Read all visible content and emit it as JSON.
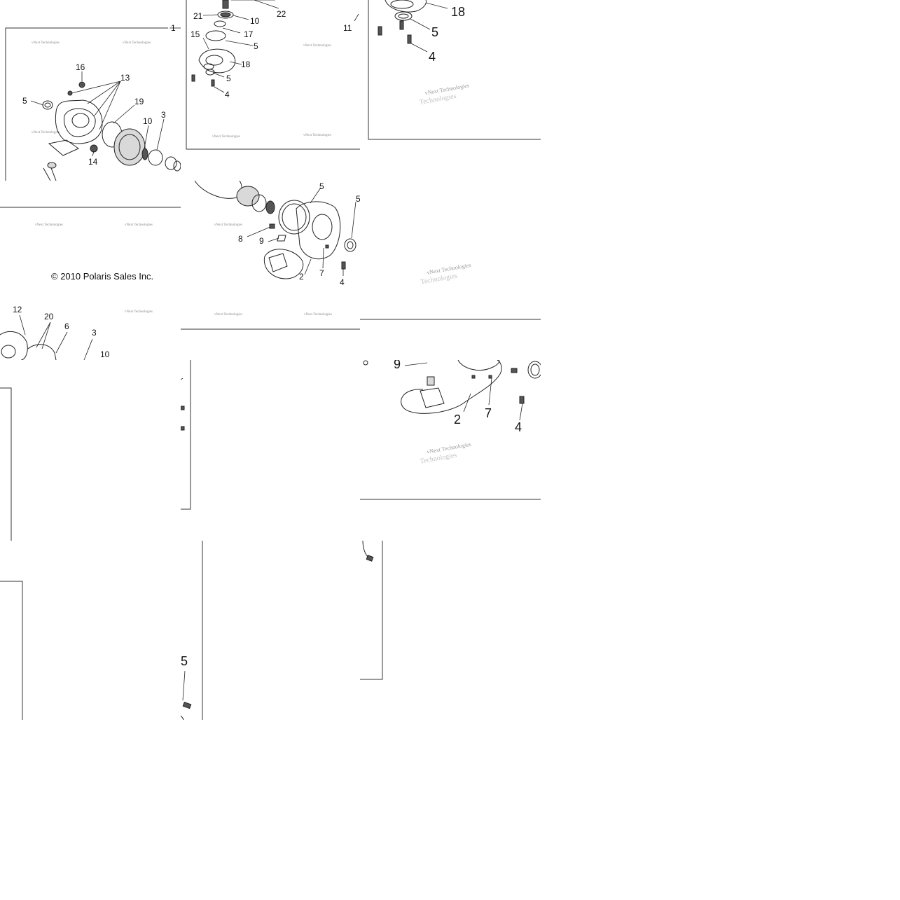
{
  "diagram": {
    "copyright": "© 2010 Polaris Sales Inc.",
    "watermark_small": "vNext Technologies",
    "watermark_big_line1": "vNext Technologies",
    "watermark_big_line2": "Technologies",
    "callouts": {
      "t1": [
        "1",
        "16",
        "13",
        "5",
        "19",
        "10",
        "3",
        "14"
      ],
      "t2": [
        "21",
        "10",
        "22",
        "15",
        "17",
        "5",
        "18",
        "5",
        "4",
        "11"
      ],
      "t3": [
        "18",
        "5",
        "4"
      ],
      "t5": [
        "5",
        "5",
        "8",
        "9",
        "7",
        "2",
        "4"
      ],
      "t6": [
        "12",
        "20",
        "6",
        "3",
        "10"
      ],
      "t7": [
        "9",
        "2",
        "7",
        "4"
      ],
      "t8": [
        "5"
      ]
    }
  }
}
